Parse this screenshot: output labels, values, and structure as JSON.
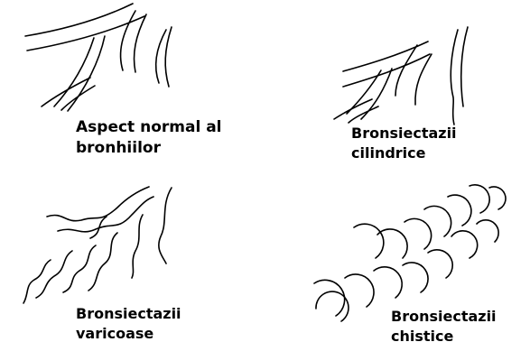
{
  "panels": {
    "normal": {
      "line1": "Aspect normal al",
      "line2": "bronhiilor"
    },
    "cilindric": {
      "line1": "Bronsiectazii",
      "line2": "cilindrice"
    },
    "varicos": {
      "line1": "Bronsiectazii",
      "line2": "varicoase"
    },
    "chistic": {
      "line1": "Bronsiectazii",
      "line2": "chistice"
    }
  },
  "colors": {
    "stroke": "#000000",
    "background": "#ffffff"
  }
}
